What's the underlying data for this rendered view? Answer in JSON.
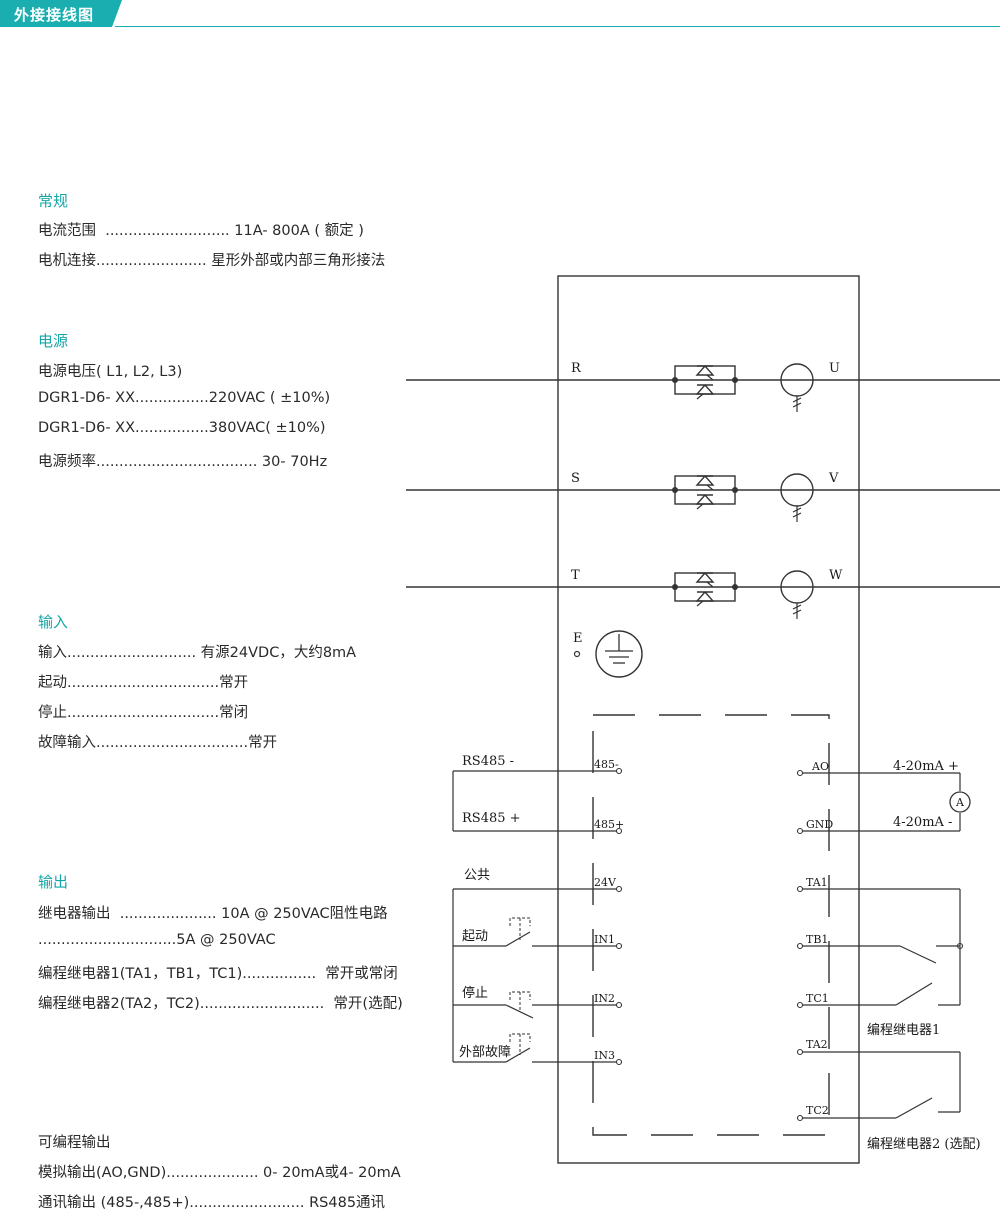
{
  "header": {
    "title": "外接接线图"
  },
  "specs": {
    "general": {
      "heading": "常规",
      "rows": [
        "电流范围  ........................... 11A- 800A ( 额定 )",
        "电机连接........................ 星形外部或内部三角形接法"
      ]
    },
    "power": {
      "heading": "电源",
      "rows": [
        "电源电压( L1, L2, L3)",
        "DGR1-D6- XX................220VAC ( ±10%)",
        "DGR1-D6- XX................380VAC( ±10%)",
        "电源频率................................... 30- 70Hz"
      ]
    },
    "input": {
      "heading": "输入",
      "rows": [
        "输入............................ 有源24VDC，大约8mA",
        "起动.................................常开",
        "停止.................................常闭",
        "故障输入.................................常开"
      ]
    },
    "output": {
      "heading": "输出",
      "rows": [
        "继电器输出  ..................... 10A @ 250VAC阻性电路",
        "..............................5A @ 250VAC",
        "编程继电器1(TA1，TB1，TC1)................  常开或常闭",
        "编程继电器2(TA2，TC2)...........................  常开(选配)"
      ]
    },
    "programmable": {
      "heading": "可编程输出",
      "rows": [
        "模拟输出(AO,GND).................... 0- 20mA或4- 20mA",
        "通讯输出 (485-,485+)......................... RS485通讯"
      ]
    }
  },
  "diagram": {
    "phase_in": [
      "R",
      "S",
      "T"
    ],
    "phase_out": [
      "U",
      "V",
      "W"
    ],
    "earth": "E",
    "left_terminals": [
      "485-",
      "485+",
      "24V",
      "IN1",
      "IN2",
      "IN3"
    ],
    "right_terminals": [
      "AO",
      "GND",
      "TA1",
      "TB1",
      "TC1",
      "TA2",
      "TC2"
    ],
    "external_left": {
      "rs485_minus": "RS485 -",
      "rs485_plus": "RS485 +",
      "common": "公共",
      "start": "起动",
      "stop": "停止",
      "fault": "外部故障"
    },
    "external_right": {
      "ma_plus": "4-20mA +",
      "ma_minus": "4-20mA -",
      "ammeter": "A",
      "relay1": "编程继电器1",
      "relay2": "编程继电器2 (选配)"
    }
  },
  "colors": {
    "accent": "#1aaeb0",
    "line": "#333333"
  }
}
